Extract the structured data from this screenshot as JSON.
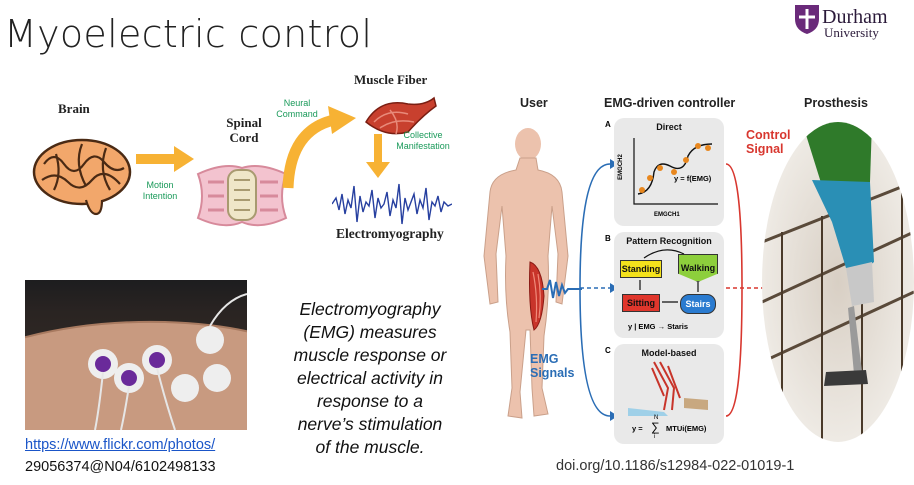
{
  "title": "Myoelectric control",
  "logo": {
    "line1": "Durham",
    "line2": "University",
    "icon": "durham-crest-icon"
  },
  "neural_diagram": {
    "brain": "Brain",
    "spinal_cord_line1": "Spinal",
    "spinal_cord_line2": "Cord",
    "muscle_fiber": "Muscle Fiber",
    "motion_intention_line1": "Motion",
    "motion_intention_line2": "Intention",
    "neural_command_line1": "Neural",
    "neural_command_line2": "Command",
    "collective_line1": "Collective",
    "collective_line2": "Manifestation",
    "electromyography": "Electromyography"
  },
  "photo_credit": {
    "link": "https://www.flickr.com/photos/",
    "id": "29056374@N04/6102498133"
  },
  "paragraph": [
    "Electromyography",
    "(EMG) measures",
    "muscle response or",
    "electrical activity in",
    "response to a",
    "nerve’s stimulation",
    "of the muscle."
  ],
  "controller_figure": {
    "col_user": "User",
    "col_controller": "EMG-driven controller",
    "col_prosthesis": "Prosthesis",
    "panel_a_letter": "A",
    "panel_a_title": "Direct",
    "panel_a_eq": "y = f(EMG)",
    "panel_a_yaxis": "EMGCH2",
    "panel_a_xaxis": "EMGCH1",
    "panel_b_letter": "B",
    "panel_b_title": "Pattern Recognition",
    "box_standing": "Standing",
    "box_walking": "Walking",
    "box_sitting": "Sitting",
    "box_stairs": "Stairs",
    "panel_b_eq_left": "y | EMG",
    "panel_b_eq_right": "Staris",
    "panel_c_letter": "C",
    "panel_c_title": "Model-based",
    "panel_c_eq_left": "y =",
    "panel_c_sum_top": "N",
    "panel_c_sum_bottom": "i",
    "panel_c_eq_right": "MTUi(EMG)",
    "control_signal_line1": "Control",
    "control_signal_line2": "Signal",
    "emg_signals_line1": "EMG",
    "emg_signals_line2": "Signals",
    "colors": {
      "control": "#d8372f",
      "emg": "#2a6db5",
      "standing": "#f4e21c",
      "walking": "#8dcf3c",
      "sitting": "#e0362c",
      "stairs": "#2a7bd0"
    }
  },
  "doi": "doi.org/10.1186/s12984-022-01019-1"
}
